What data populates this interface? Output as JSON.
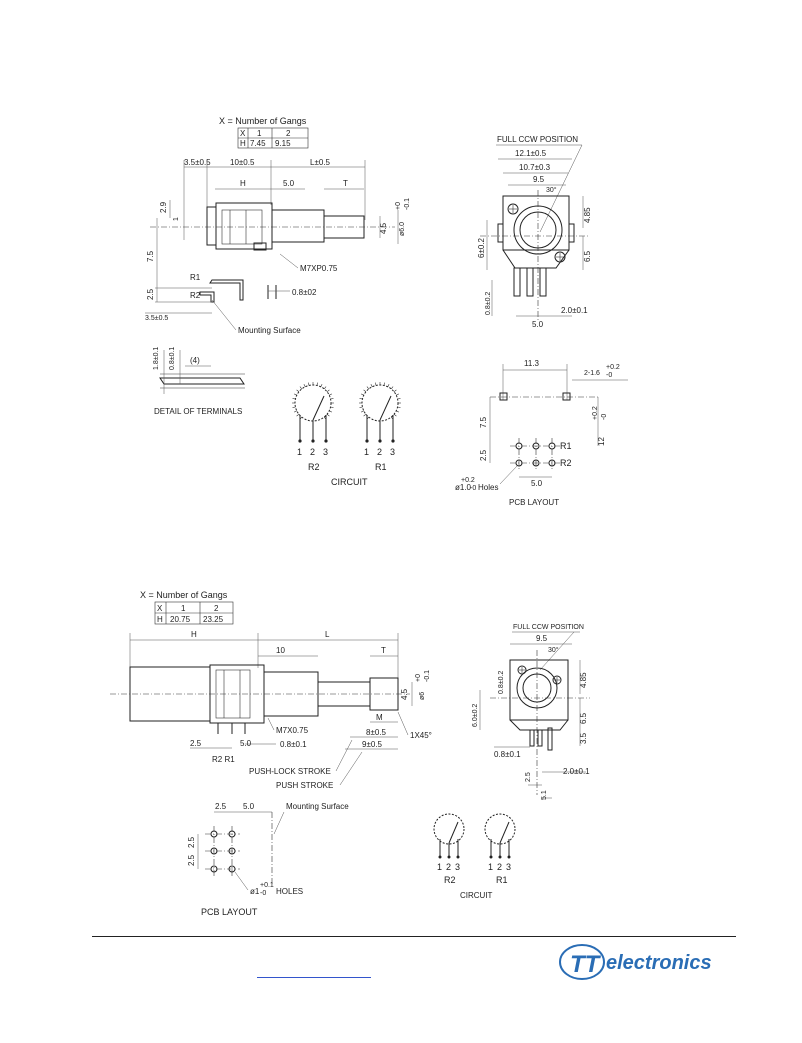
{
  "top": {
    "gangs_caption": "X = Number of Gangs",
    "gang_table": {
      "rows": [
        [
          "X",
          "1",
          "2"
        ],
        [
          "H",
          "7.45",
          "9.15"
        ]
      ]
    },
    "side_dims": {
      "d35_top": "3.5±0.5",
      "d10": "10±0.5",
      "dL": "L±0.5",
      "dH": "H",
      "d50": "5.0",
      "dT": "T",
      "d29": "2.9",
      "d1": "1",
      "d75": "7.5",
      "d25": "2.5",
      "d45": "4.5",
      "d6dia": "ø6.0",
      "d6tol_up": "+0",
      "d6tol_dn": "-0.1",
      "thread": "M7XP0.75",
      "d08": "0.8±02",
      "d35_bot": "3.5±0.5",
      "r1": "R1",
      "r2": "R2",
      "mount": "Mounting  Surface"
    },
    "front_dims": {
      "full_ccw": "FULL  CCW POSITION",
      "d121": "12.1±0.5",
      "d107": "10.7±0.3",
      "d95": "9.5",
      "d30": "30°",
      "d485": "4.85",
      "d65": "6.5",
      "d6": "6±0.2",
      "d08": "0.8±0.2",
      "d50": "5.0",
      "d20": "2.0±0.1"
    },
    "detail": {
      "d18": "1.8±0.1",
      "d08": "0.8±0.1",
      "d4": "(4)",
      "caption": "DETAIL  OF  TERMINALS"
    },
    "circuit": {
      "pins": [
        "1",
        "2",
        "3"
      ],
      "r2": "R2",
      "r1": "R1",
      "caption": "CIRCUIT"
    },
    "pcb": {
      "d113": "11.3",
      "d216": "2-1.6",
      "d216tol_up": "+0.2",
      "d216tol_dn": "-0",
      "d75": "7.5",
      "d25": "2.5",
      "d50": "5.0",
      "d12": "12",
      "d12tol_up": "+0.2",
      "d12tol_dn": "-0",
      "holes": "ø1.0",
      "holes_tol_up": "+0.2",
      "holes_tol_dn": "-0",
      "holes_word": "Holes",
      "r1": "R1",
      "r2": "R2",
      "caption": "PCB  LAYOUT"
    }
  },
  "bottom": {
    "gangs_caption": "X = Number of Gangs",
    "gang_table": {
      "rows": [
        [
          "X",
          "1",
          "2"
        ],
        [
          "H",
          "20.75",
          "23.25"
        ]
      ]
    },
    "side_dims": {
      "dH": "H",
      "dL": "L",
      "d10": "10",
      "dT": "T",
      "d45": "4.5",
      "d6dia": "ø6",
      "d6tol_up": "+0",
      "d6tol_dn": "-0.1",
      "dM": "M",
      "chamfer": "1X45°",
      "thread": "M7X0.75",
      "d08": "0.8±0.1",
      "d8": "8±0.5",
      "d9": "9±0.5",
      "d25": "2.5",
      "d50": "5.0",
      "r2r1": "R2  R1",
      "push_lock": "PUSH-LOCK  STROKE",
      "push": "PUSH  STROKE"
    },
    "front_dims": {
      "full_ccw": "FULL  CCW POSITION",
      "d95": "9.5",
      "d30": "30°",
      "d485": "4.85",
      "d65": "6.5",
      "d08v": "0.8±0.2",
      "d60": "6.0±0.2",
      "d35": "3.5",
      "d08h": "0.8±0.1",
      "d25": "2.5",
      "d20": "2.0±0.1",
      "d51": "5.1"
    },
    "pcb": {
      "d25a": "2.5",
      "d50": "5.0",
      "mount": "Mounting  Surface",
      "d25b": "2.5",
      "d25c": "2.5",
      "holes": "ø1",
      "holes_tol_up": "+0.1",
      "holes_tol_dn": "-0",
      "holes_word": "HOLES",
      "caption": "PCB  LAYOUT"
    },
    "circuit": {
      "pins": [
        "1",
        "2",
        "3"
      ],
      "r2": "R2",
      "r1": "R1",
      "caption": "CIRCUIT"
    }
  },
  "footer": {
    "logo_mark": "TT",
    "logo_word": "electronics",
    "brand_color": "#2a6db5"
  }
}
